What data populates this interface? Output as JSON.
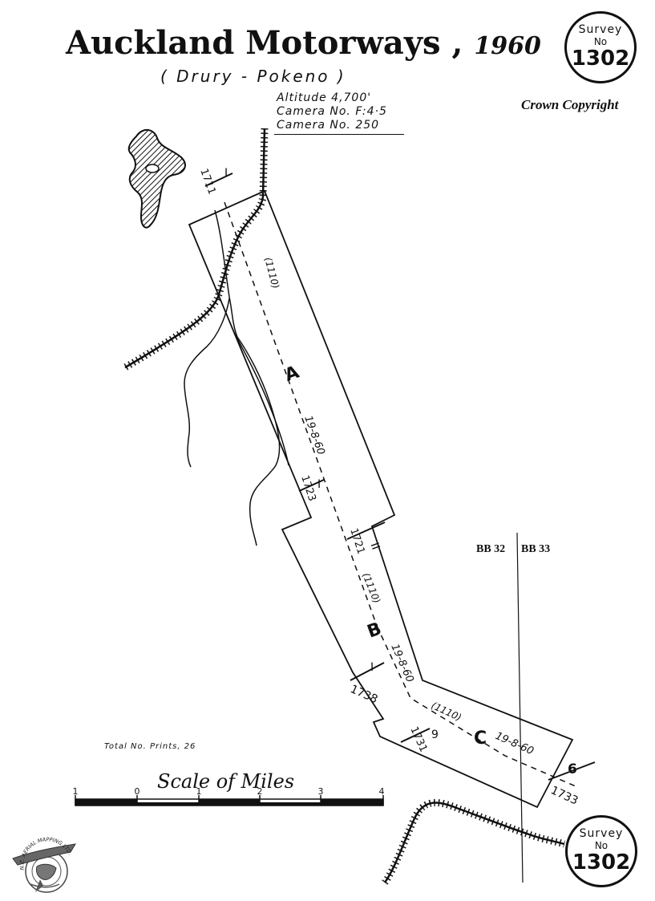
{
  "header": {
    "title_main": "Auckland Motorways",
    "title_sep": " , ",
    "title_year": "1960",
    "subtitle": "( Drury  -  Pokeno )",
    "altitude": "Altitude 4,700'",
    "camera_f": "Camera No. F:4·5",
    "camera_no": "Camera No. 250",
    "copyright": "Crown Copyright"
  },
  "badge": {
    "word": "Survey",
    "no": "No",
    "number": "1302"
  },
  "map": {
    "runs": [
      {
        "letter": "A",
        "date": "19-8-60",
        "film": "(1110)",
        "start_print": "1711",
        "end_print": "1723"
      },
      {
        "letter": "B",
        "date": "19-8-60",
        "film": "(1110)",
        "start_print": "1721",
        "end_print": "1738"
      },
      {
        "letter": "C",
        "date": "19-8-60",
        "film": "(1110)",
        "start_print": "1731",
        "end_print": "1733"
      }
    ],
    "marks": {
      "a_start_tick": "I",
      "a_end_tick": "I",
      "b_start_tick": "II",
      "b_end_tick": "I",
      "c_start_tick": "9",
      "c_end_tick": "6"
    },
    "sheet_left": "BB 32",
    "sheet_right": "BB 33",
    "total_prints": "Total No. Prints, 26"
  },
  "scale": {
    "title": "Scale of Miles",
    "ticks": [
      "1",
      "0",
      "1",
      "2",
      "3",
      "4"
    ]
  },
  "logo": {
    "text": "N.Z. AERIAL MAPPING LTD."
  }
}
